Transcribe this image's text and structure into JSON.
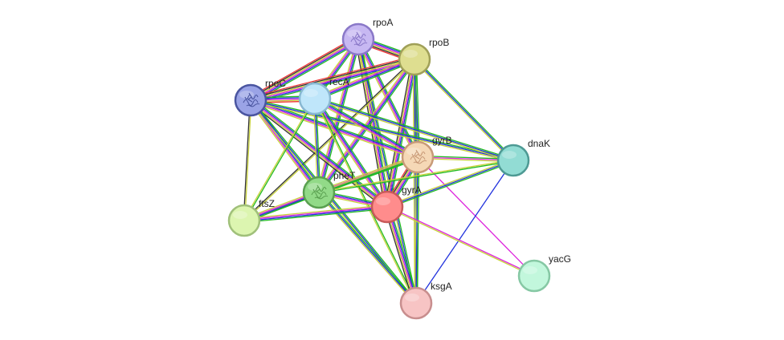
{
  "network": {
    "nodes": [
      {
        "id": "rpoA",
        "label": "rpoA",
        "fill": "#c7b8f2",
        "stroke": "#8a78c8",
        "icon": "protein-structure-icon"
      },
      {
        "id": "rpoB",
        "label": "rpoB",
        "fill": "#dede90",
        "stroke": "#a0a058",
        "icon": ""
      },
      {
        "id": "rpoC",
        "label": "rpoC",
        "fill": "#9aa3e6",
        "stroke": "#4a55a0",
        "icon": "protein-structure-icon"
      },
      {
        "id": "recA",
        "label": "recA",
        "fill": "#bfe6fa",
        "stroke": "#88b8d2",
        "icon": ""
      },
      {
        "id": "gyrB",
        "label": "gyrB",
        "fill": "#f5d8b6",
        "stroke": "#c89a78",
        "icon": "protein-structure-icon"
      },
      {
        "id": "dnaK",
        "label": "dnaK",
        "fill": "#92dcd4",
        "stroke": "#4e9a94",
        "icon": ""
      },
      {
        "id": "pheT",
        "label": "pheT",
        "fill": "#92da88",
        "stroke": "#5aa050",
        "icon": "protein-structure-icon"
      },
      {
        "id": "gyrA",
        "label": "gyrA",
        "fill": "#ff8c8c",
        "stroke": "#c85a5a",
        "icon": ""
      },
      {
        "id": "ftsZ",
        "label": "ftsZ",
        "fill": "#dcf5b0",
        "stroke": "#a0c07a",
        "icon": ""
      },
      {
        "id": "yacG",
        "label": "yacG",
        "fill": "#c2f7dc",
        "stroke": "#86c8a4",
        "icon": ""
      },
      {
        "id": "ksgA",
        "label": "ksgA",
        "fill": "#f7c4c4",
        "stroke": "#c88e8e",
        "icon": ""
      }
    ],
    "edge_colors": {
      "green": "#22bb22",
      "blue": "#2233dd",
      "magenta": "#dd22dd",
      "yellow": "#c8d23a",
      "black": "#333333",
      "red": "#ee3333",
      "teal": "#2a8a8a"
    },
    "edges": [
      {
        "a": "rpoA",
        "b": "rpoB",
        "types": [
          "green",
          "blue",
          "magenta",
          "yellow",
          "black",
          "red"
        ]
      },
      {
        "a": "rpoA",
        "b": "rpoC",
        "types": [
          "green",
          "blue",
          "magenta",
          "yellow",
          "black",
          "red"
        ]
      },
      {
        "a": "rpoA",
        "b": "recA",
        "types": [
          "green",
          "blue",
          "magenta",
          "yellow"
        ]
      },
      {
        "a": "rpoA",
        "b": "gyrB",
        "types": [
          "green",
          "blue",
          "magenta",
          "yellow"
        ]
      },
      {
        "a": "rpoA",
        "b": "pheT",
        "types": [
          "green",
          "blue",
          "magenta",
          "yellow"
        ]
      },
      {
        "a": "rpoA",
        "b": "gyrA",
        "types": [
          "green",
          "blue",
          "magenta",
          "yellow",
          "black"
        ]
      },
      {
        "a": "rpoA",
        "b": "ksgA",
        "types": [
          "green",
          "blue",
          "yellow"
        ]
      },
      {
        "a": "rpoB",
        "b": "rpoC",
        "types": [
          "green",
          "blue",
          "magenta",
          "yellow",
          "black",
          "red"
        ]
      },
      {
        "a": "rpoB",
        "b": "recA",
        "types": [
          "green",
          "blue",
          "magenta",
          "yellow"
        ]
      },
      {
        "a": "rpoB",
        "b": "gyrB",
        "types": [
          "green",
          "blue",
          "magenta",
          "yellow"
        ]
      },
      {
        "a": "rpoB",
        "b": "dnaK",
        "types": [
          "green",
          "blue",
          "yellow"
        ]
      },
      {
        "a": "rpoB",
        "b": "pheT",
        "types": [
          "green",
          "blue",
          "magenta",
          "yellow"
        ]
      },
      {
        "a": "rpoB",
        "b": "gyrA",
        "types": [
          "green",
          "blue",
          "magenta",
          "yellow",
          "black"
        ]
      },
      {
        "a": "rpoB",
        "b": "ftsZ",
        "types": [
          "yellow",
          "black"
        ]
      },
      {
        "a": "rpoB",
        "b": "ksgA",
        "types": [
          "green",
          "blue",
          "yellow"
        ]
      },
      {
        "a": "rpoC",
        "b": "recA",
        "types": [
          "green",
          "blue",
          "magenta",
          "yellow",
          "red"
        ]
      },
      {
        "a": "rpoC",
        "b": "gyrB",
        "types": [
          "green",
          "blue",
          "magenta",
          "yellow"
        ]
      },
      {
        "a": "rpoC",
        "b": "dnaK",
        "types": [
          "green",
          "blue",
          "yellow"
        ]
      },
      {
        "a": "rpoC",
        "b": "pheT",
        "types": [
          "green",
          "blue",
          "magenta",
          "yellow"
        ]
      },
      {
        "a": "rpoC",
        "b": "gyrA",
        "types": [
          "green",
          "blue",
          "magenta",
          "yellow",
          "black"
        ]
      },
      {
        "a": "rpoC",
        "b": "ftsZ",
        "types": [
          "yellow",
          "black"
        ]
      },
      {
        "a": "rpoC",
        "b": "ksgA",
        "types": [
          "green",
          "blue",
          "yellow"
        ]
      },
      {
        "a": "recA",
        "b": "gyrB",
        "types": [
          "green",
          "blue",
          "magenta",
          "yellow"
        ]
      },
      {
        "a": "recA",
        "b": "dnaK",
        "types": [
          "green",
          "blue",
          "yellow"
        ]
      },
      {
        "a": "recA",
        "b": "pheT",
        "types": [
          "green",
          "blue",
          "yellow"
        ]
      },
      {
        "a": "recA",
        "b": "gyrA",
        "types": [
          "green",
          "blue",
          "magenta",
          "yellow"
        ]
      },
      {
        "a": "recA",
        "b": "ftsZ",
        "types": [
          "green",
          "yellow"
        ]
      },
      {
        "a": "recA",
        "b": "ksgA",
        "types": [
          "green",
          "yellow"
        ]
      },
      {
        "a": "gyrB",
        "b": "dnaK",
        "types": [
          "green",
          "magenta",
          "yellow"
        ]
      },
      {
        "a": "gyrB",
        "b": "pheT",
        "types": [
          "green",
          "blue",
          "magenta",
          "yellow"
        ]
      },
      {
        "a": "gyrB",
        "b": "gyrA",
        "types": [
          "green",
          "blue",
          "magenta",
          "yellow",
          "black",
          "red"
        ]
      },
      {
        "a": "gyrB",
        "b": "ftsZ",
        "types": [
          "green",
          "yellow"
        ]
      },
      {
        "a": "gyrB",
        "b": "ksgA",
        "types": [
          "green",
          "blue",
          "yellow"
        ]
      },
      {
        "a": "gyrB",
        "b": "yacG",
        "types": [
          "magenta"
        ]
      },
      {
        "a": "dnaK",
        "b": "pheT",
        "types": [
          "green",
          "yellow"
        ]
      },
      {
        "a": "dnaK",
        "b": "gyrA",
        "types": [
          "green",
          "blue",
          "yellow"
        ]
      },
      {
        "a": "dnaK",
        "b": "ksgA",
        "types": [
          "blue"
        ]
      },
      {
        "a": "pheT",
        "b": "gyrA",
        "types": [
          "green",
          "blue",
          "magenta",
          "yellow"
        ]
      },
      {
        "a": "pheT",
        "b": "ftsZ",
        "types": [
          "green",
          "blue",
          "magenta",
          "yellow"
        ]
      },
      {
        "a": "pheT",
        "b": "ksgA",
        "types": [
          "green",
          "blue",
          "yellow"
        ]
      },
      {
        "a": "gyrA",
        "b": "ftsZ",
        "types": [
          "green",
          "blue",
          "magenta",
          "yellow"
        ]
      },
      {
        "a": "gyrA",
        "b": "ksgA",
        "types": [
          "green",
          "blue",
          "magenta",
          "yellow",
          "black"
        ]
      },
      {
        "a": "gyrA",
        "b": "yacG",
        "types": [
          "magenta",
          "yellow"
        ]
      }
    ]
  }
}
